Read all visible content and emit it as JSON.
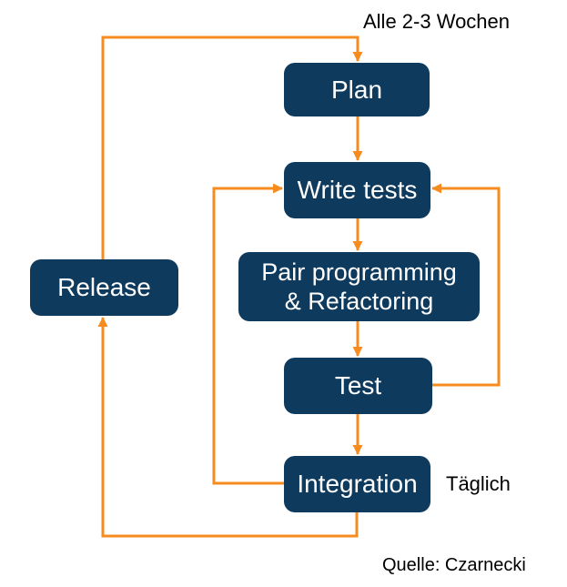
{
  "colors": {
    "box_fill": "#0e3a5e",
    "box_text": "#ffffff",
    "arrow": "#f68b1f",
    "label_text": "#000000",
    "background": "#ffffff"
  },
  "nodes": {
    "plan": {
      "label": "Plan"
    },
    "write_tests": {
      "label": "Write tests"
    },
    "pair": {
      "line1": "Pair programming",
      "line2": "& Refactoring"
    },
    "test": {
      "label": "Test"
    },
    "integration": {
      "label": "Integration"
    },
    "release": {
      "label": "Release"
    }
  },
  "annotations": {
    "cycle_label": "Alle 2-3 Wochen",
    "daily_label": "Täglich",
    "source_label": "Quelle: Czarnecki"
  }
}
